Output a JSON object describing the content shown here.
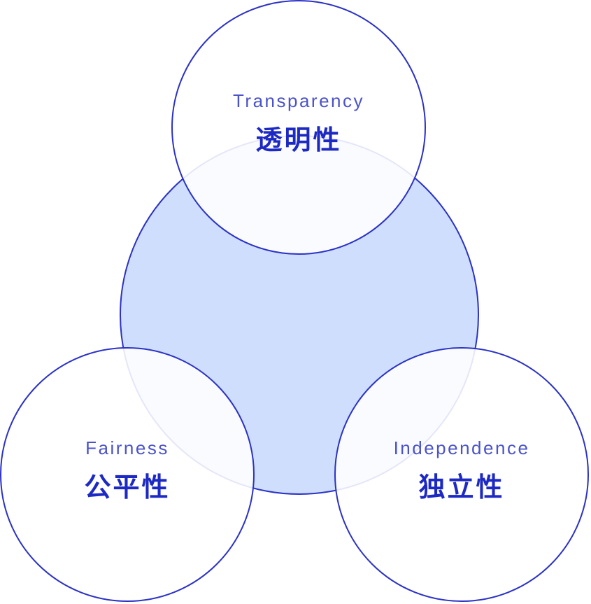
{
  "diagram": {
    "type": "three-circle-overlap",
    "nodes": [
      {
        "id": "transparency",
        "en": "Transparency",
        "ja": "透明性",
        "position": "top"
      },
      {
        "id": "fairness",
        "en": "Fairness",
        "ja": "公平性",
        "position": "bottom-left"
      },
      {
        "id": "independence",
        "en": "Independence",
        "ja": "独立性",
        "position": "bottom-right"
      }
    ],
    "colors": {
      "border": "#2B32C5",
      "center_fill": "#CFDEFC",
      "white_fill": "rgba(255,255,255,0.88)",
      "label_en": "#4B53C9",
      "label_ja": "#1D29C3"
    }
  }
}
